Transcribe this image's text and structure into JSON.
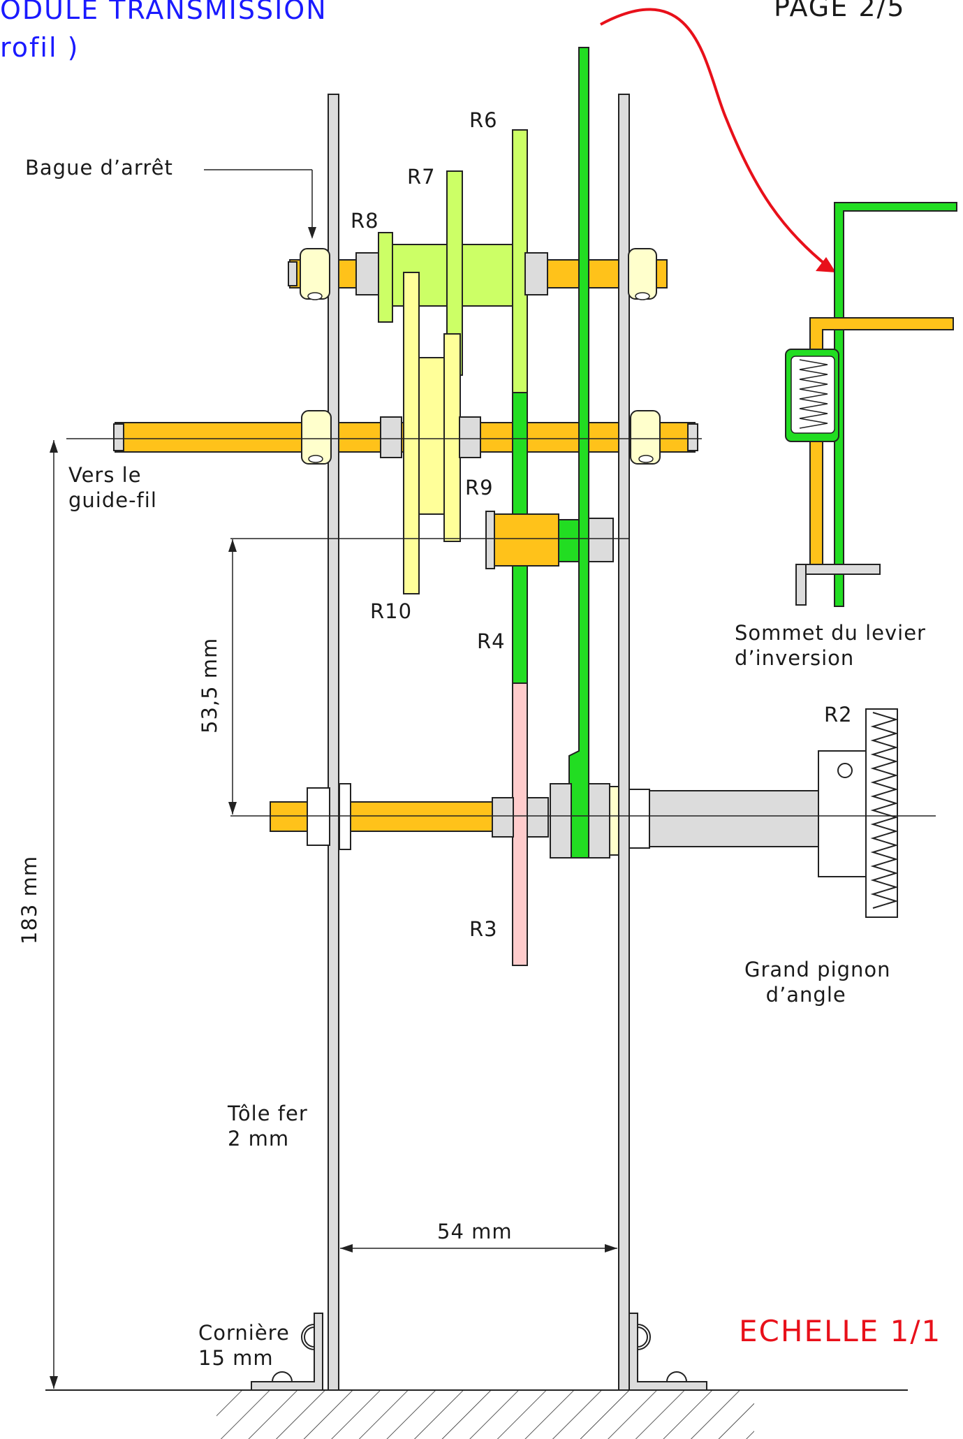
{
  "header": {
    "title_line1": "ODULE TRANSMISSION",
    "title_line2": "rofil )",
    "page": "PAGE 2/5"
  },
  "labels": {
    "bague": "Bague d’arrêt",
    "r6": "R6",
    "r7": "R7",
    "r8": "R8",
    "r9": "R9",
    "r10": "R10",
    "r4": "R4",
    "r3": "R3",
    "r2": "R2",
    "vers": "Vers le\nguide-fil",
    "sommet": "Sommet du levier\nd’inversion",
    "grand": "Grand pignon\n   d’angle",
    "tole": "Tôle fer\n2 mm",
    "corniere": "Cornière\n15 mm",
    "echelle": "ECHELLE 1/1"
  },
  "dimensions": {
    "d1": "53,5 mm",
    "d2": "183 mm",
    "d3": "54 mm"
  },
  "colors": {
    "orange": "#ffc21a",
    "light_green": "#ccff66",
    "pale_yellow": "#ffff99",
    "green": "#22dd22",
    "pink": "#ffcccc",
    "gray": "#dcdcdc",
    "ivory": "#ffffcc",
    "red": "#e8101a",
    "blue": "#1a1aff"
  }
}
